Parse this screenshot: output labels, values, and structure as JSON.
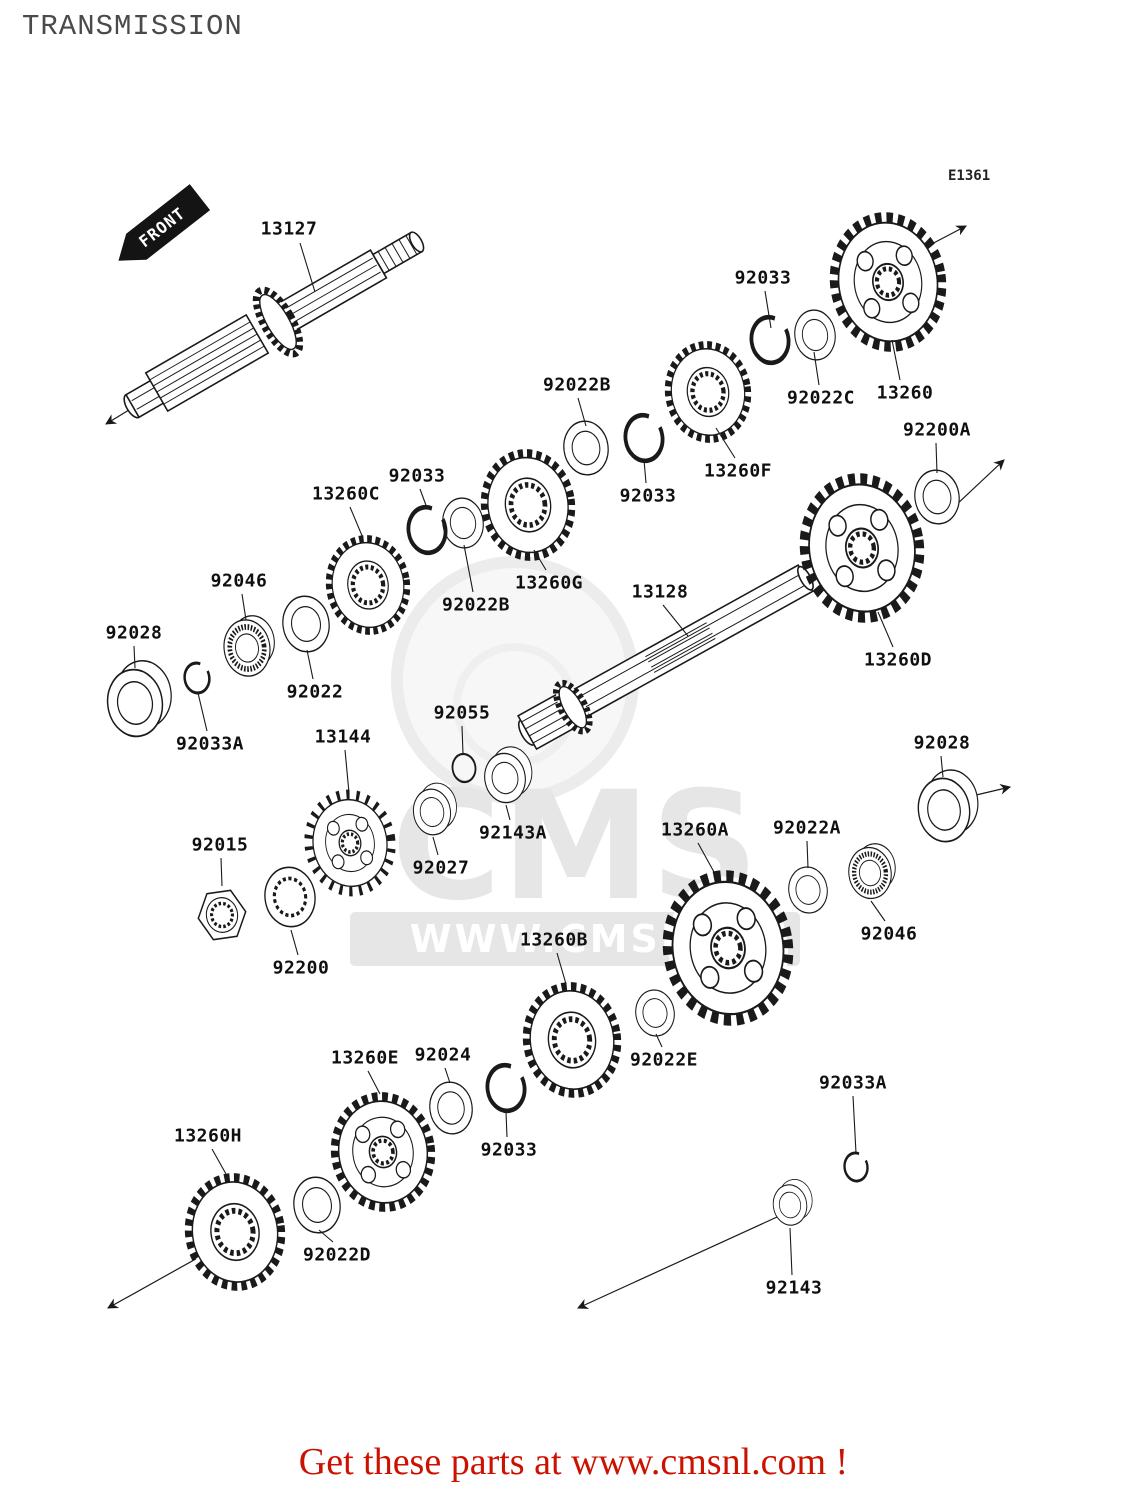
{
  "page": {
    "title": "TRANSMISSION",
    "diagram_code": "E1361",
    "front_label": "FRONT",
    "watermark": {
      "logo_text": "CMS",
      "url_text": "WWW.CMSNL."
    },
    "footer_text": "Get these parts at www.cmsnl.com !"
  },
  "parts": [
    {
      "label": "13127"
    },
    {
      "label": "92033"
    },
    {
      "label": "92022B"
    },
    {
      "label": "92022C"
    },
    {
      "label": "13260"
    },
    {
      "label": "13260F"
    },
    {
      "label": "92200A"
    },
    {
      "label": "92033"
    },
    {
      "label": "13260C"
    },
    {
      "label": "92033"
    },
    {
      "label": "13260G"
    },
    {
      "label": "13128"
    },
    {
      "label": "92046"
    },
    {
      "label": "92022B"
    },
    {
      "label": "13260D"
    },
    {
      "label": "92028"
    },
    {
      "label": "92022"
    },
    {
      "label": "92033A"
    },
    {
      "label": "13144"
    },
    {
      "label": "92055"
    },
    {
      "label": "92028"
    },
    {
      "label": "92143A"
    },
    {
      "label": "13260A"
    },
    {
      "label": "92022A"
    },
    {
      "label": "92015"
    },
    {
      "label": "92027"
    },
    {
      "label": "92046"
    },
    {
      "label": "92200"
    },
    {
      "label": "13260B"
    },
    {
      "label": "13260E"
    },
    {
      "label": "92024"
    },
    {
      "label": "92022E"
    },
    {
      "label": "92033A"
    },
    {
      "label": "13260H"
    },
    {
      "label": "92033"
    },
    {
      "label": "92022D"
    },
    {
      "label": "92143"
    }
  ]
}
